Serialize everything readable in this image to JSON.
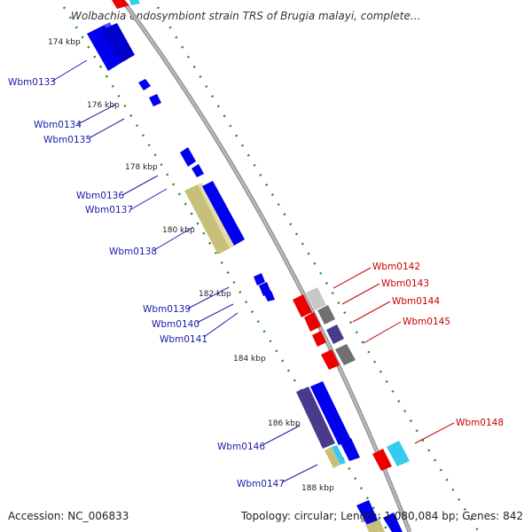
{
  "title": "Wolbachia endosymbiont strain TRS of Brugia malayi, complete...",
  "footer": {
    "accession": "Accession: NC_006833",
    "summary": "Topology: circular; Length: 1,080,084 bp; Genes: 842"
  },
  "kbp_labels": [
    "174 kbp",
    "176 kbp",
    "178 kbp",
    "180 kbp",
    "182 kbp",
    "184 kbp",
    "186 kbp",
    "188 kbp"
  ],
  "gene_labels_left": [
    "Wbm0133",
    "Wbm0134",
    "Wbm0135",
    "Wbm0136",
    "Wbm0137",
    "Wbm0138",
    "Wbm0139",
    "Wbm0140",
    "Wbm0141",
    "Wbm0146",
    "Wbm0147"
  ],
  "gene_labels_right": [
    "Wbm0142",
    "Wbm0143",
    "Wbm0144",
    "Wbm0145",
    "Wbm0148"
  ],
  "colors": {
    "blue": "#0000ee",
    "red": "#ee0000",
    "olive": "#c8c07a",
    "purple": "#4a3a8c",
    "gray": "#707070",
    "lightgray": "#c8c8c8",
    "cyan": "#33ccee",
    "backbone": "#999999",
    "tick": "#2a8a2a",
    "left_label": "#1a1aaa",
    "right_label": "#cc0000"
  }
}
